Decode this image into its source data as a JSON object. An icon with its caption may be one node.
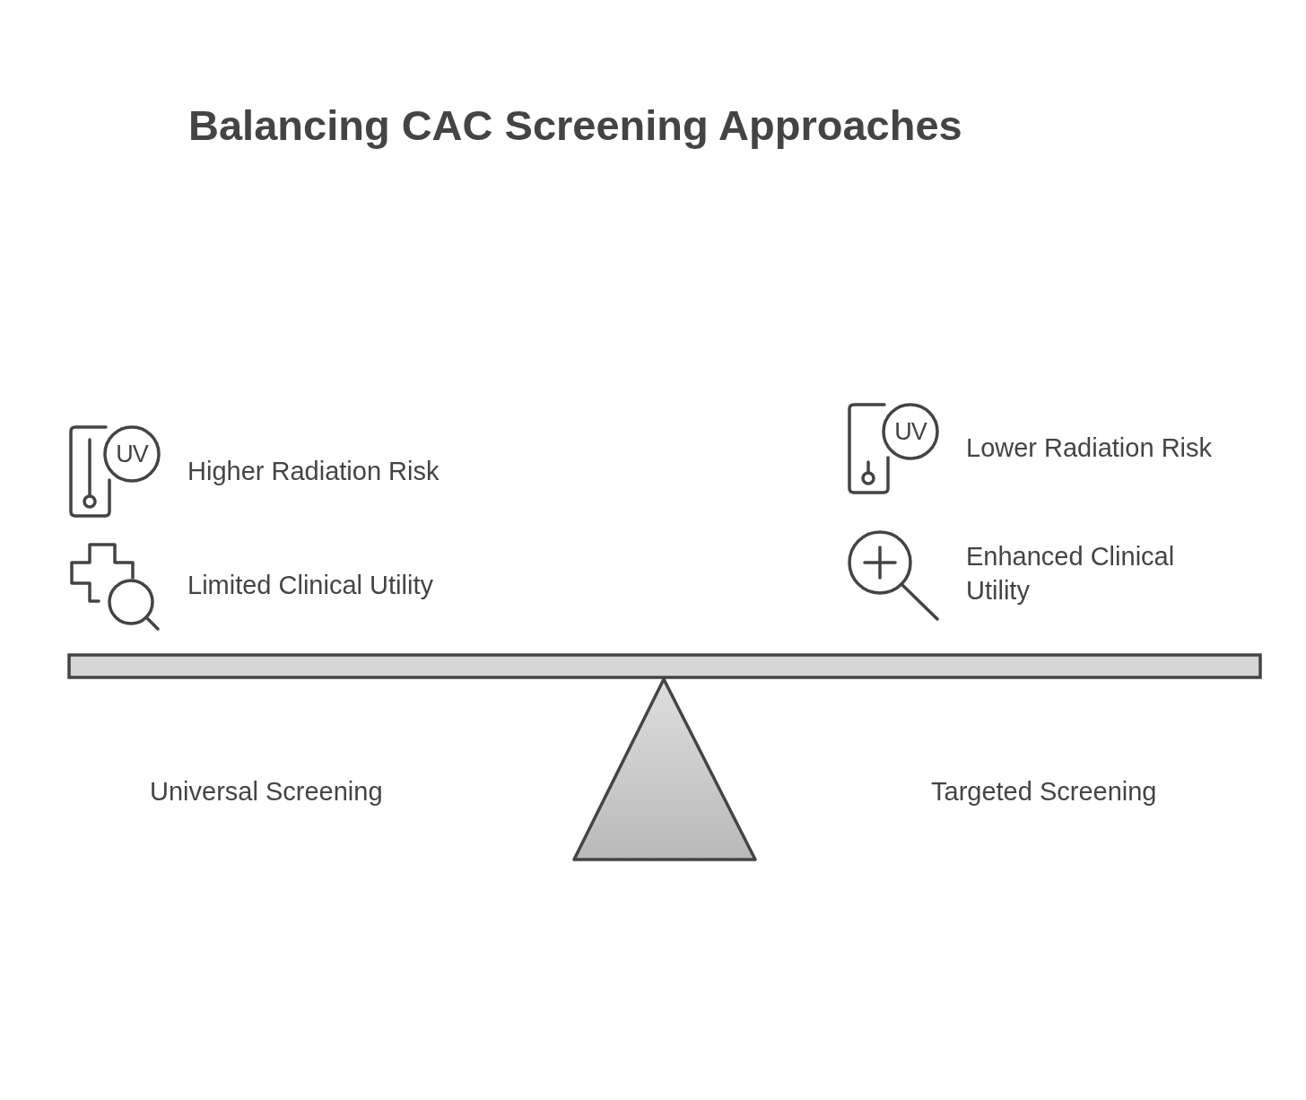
{
  "diagram": {
    "title": "Balancing CAC Screening Approaches",
    "labels": [
      "UV",
      "Higher Radiation Risk",
      "UV",
      "Lower Radiation Risk",
      "Limited Clinical Utility",
      "Enhanced Clinical Utility",
      "Universal Screening",
      "Targeted Screening"
    ]
  }
}
